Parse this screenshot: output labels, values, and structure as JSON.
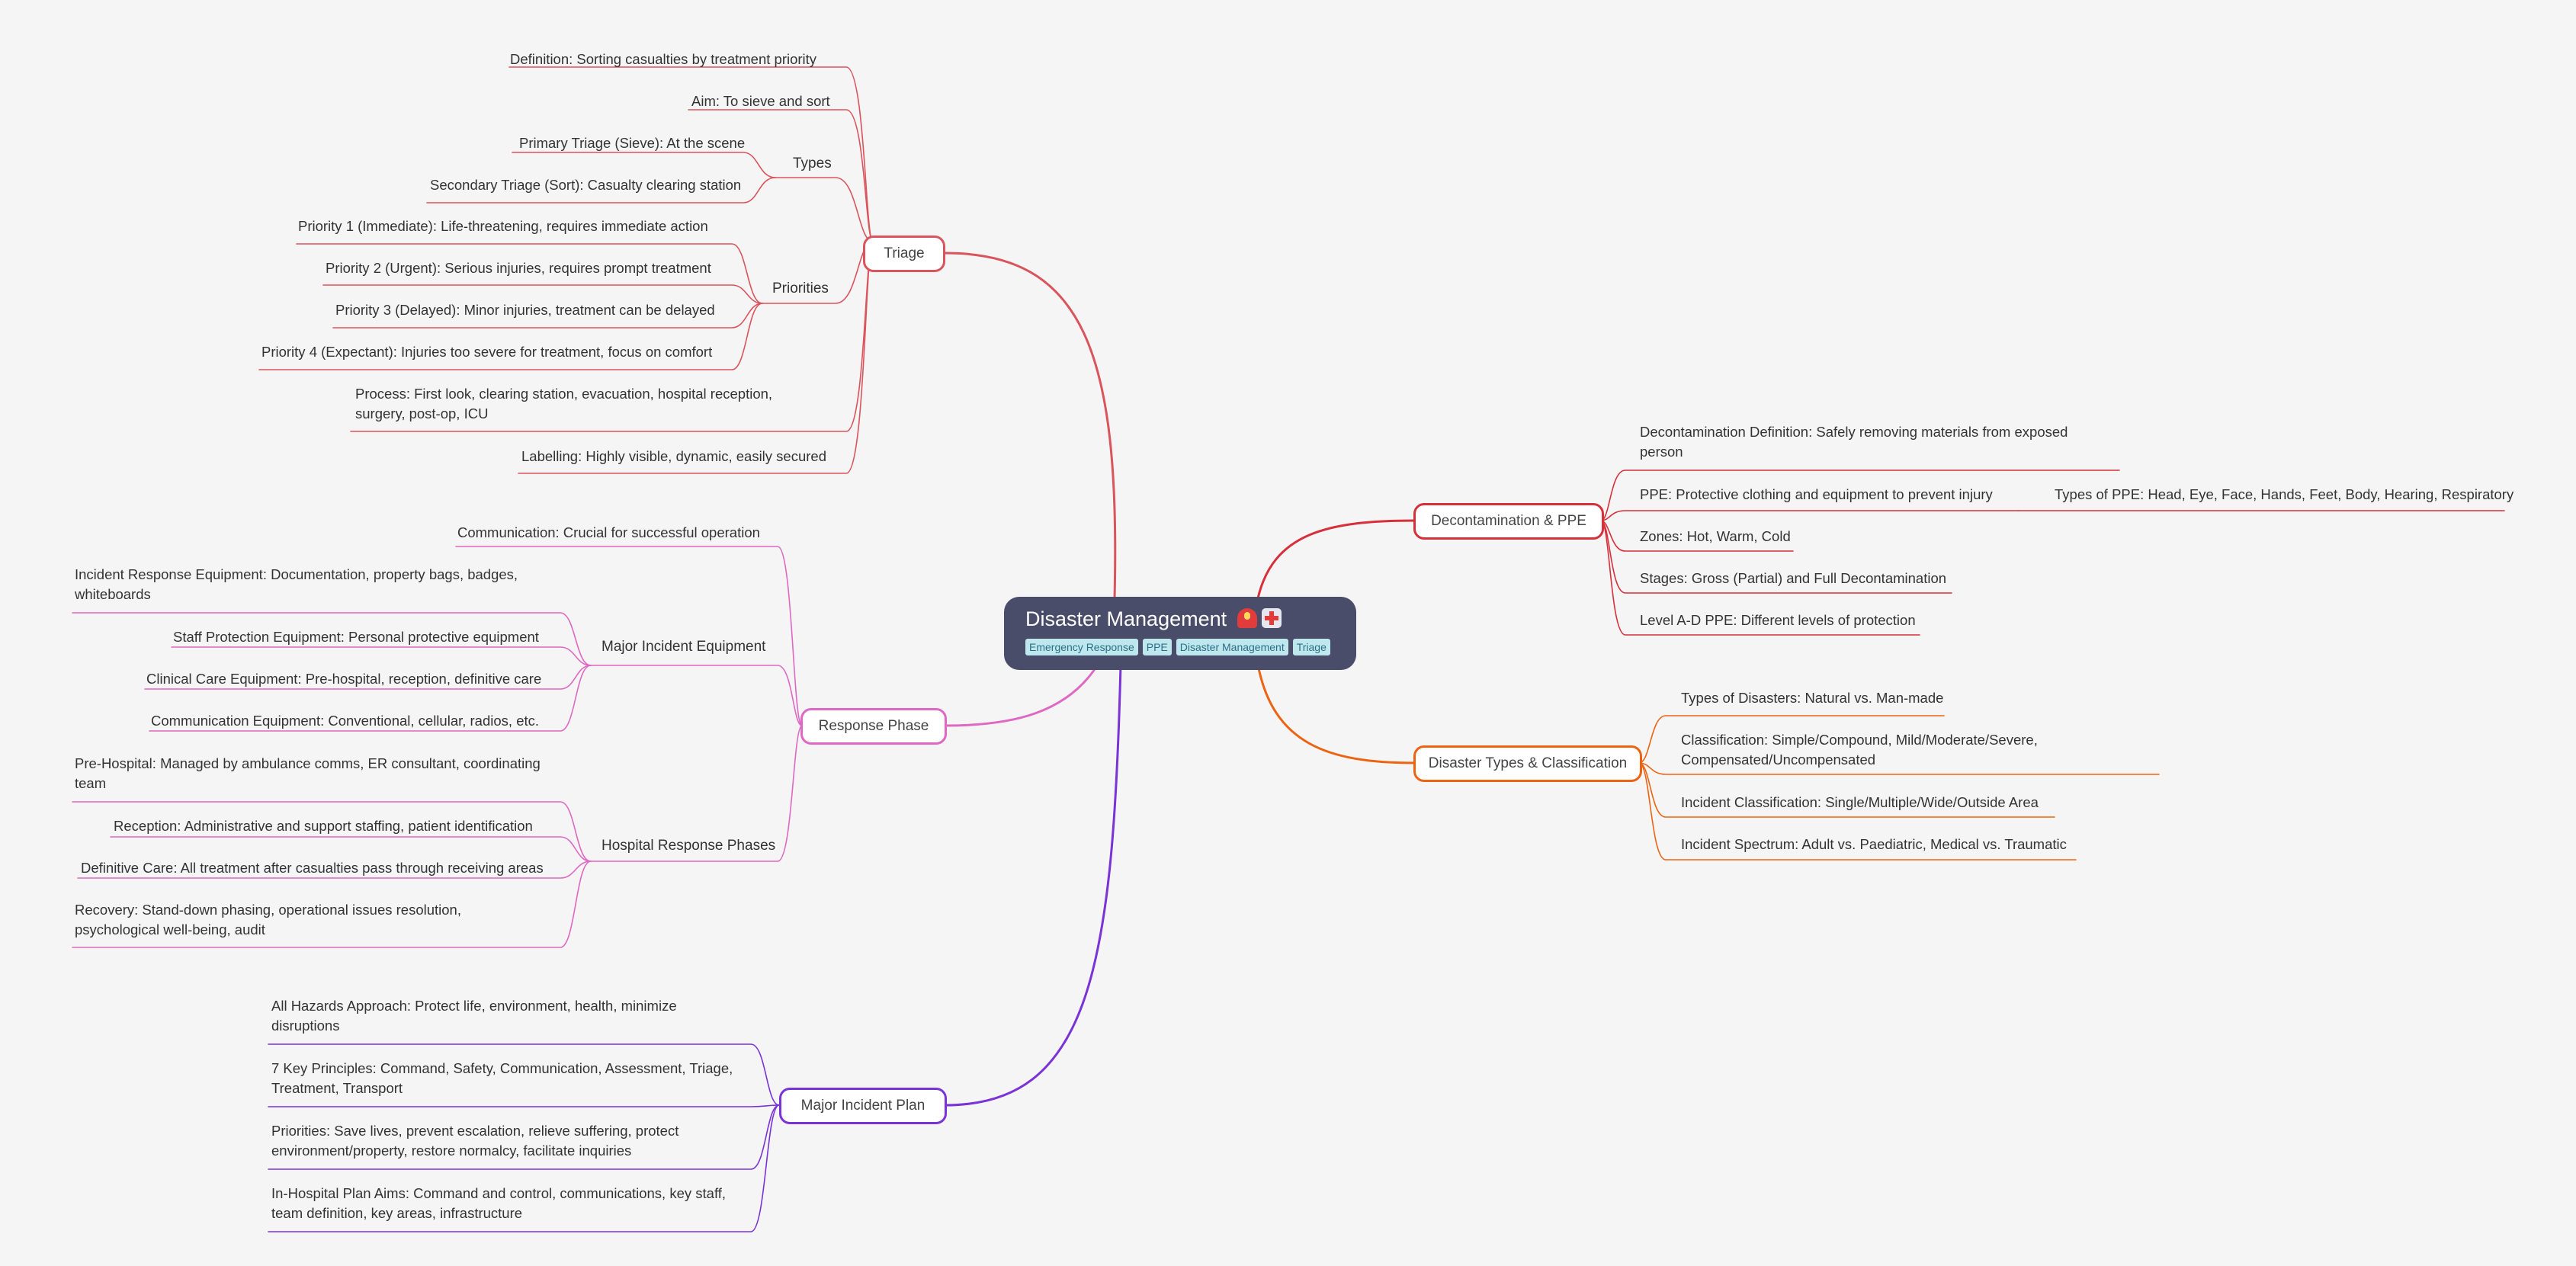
{
  "colors": {
    "background": "#f5f5f5",
    "root_fill": "#4a4d6a",
    "tag_fill": "#bfe7ee",
    "triage": "#d9545c",
    "response": "#de68c3",
    "plan": "#7a33d6",
    "decon": "#d6303a",
    "types": "#ec6412"
  },
  "root": {
    "title": "Disaster Management",
    "icons": [
      "siren-icon",
      "hospital-icon"
    ],
    "tags": [
      "Emergency Response",
      "PPE",
      "Disaster Management",
      "Triage"
    ]
  },
  "triage": {
    "label": "Triage",
    "definition": "Definition: Sorting casualties by treatment priority",
    "aim": "Aim: To sieve and sort",
    "types": {
      "label": "Types",
      "items": [
        "Primary Triage (Sieve): At the scene",
        "Secondary Triage (Sort): Casualty clearing station"
      ]
    },
    "priorities": {
      "label": "Priorities",
      "items": [
        "Priority 1 (Immediate): Life-threatening, requires immediate action",
        "Priority 2 (Urgent): Serious injuries, requires prompt treatment",
        "Priority 3 (Delayed): Minor injuries, treatment can be delayed",
        "Priority 4 (Expectant): Injuries too severe for treatment, focus on comfort"
      ]
    },
    "process": "Process: First look, clearing station, evacuation, hospital reception, surgery, post-op, ICU",
    "labelling": "Labelling: Highly visible, dynamic, easily secured"
  },
  "response": {
    "label": "Response Phase",
    "communication": "Communication: Crucial for successful operation",
    "equipment": {
      "label": "Major Incident Equipment",
      "items": [
        "Incident Response Equipment: Documentation, property bags, badges, whiteboards",
        "Staff Protection Equipment: Personal protective equipment",
        "Clinical Care Equipment: Pre-hospital, reception, definitive care",
        "Communication Equipment: Conventional, cellular, radios, etc."
      ]
    },
    "phases": {
      "label": "Hospital Response Phases",
      "items": [
        "Pre-Hospital: Managed by ambulance comms, ER consultant, coordinating team",
        "Reception: Administrative and support staffing, patient identification",
        "Definitive Care: All treatment after casualties pass through receiving areas",
        "Recovery: Stand-down phasing, operational issues resolution, psychological well-being, audit"
      ]
    }
  },
  "plan": {
    "label": "Major Incident Plan",
    "items": [
      "All Hazards Approach: Protect life, environment, health, minimize disruptions",
      "7 Key Principles: Command, Safety, Communication, Assessment, Triage, Treatment, Transport",
      "Priorities: Save lives, prevent escalation, relieve suffering, protect environment/property, restore normalcy, facilitate inquiries",
      "In-Hospital Plan Aims: Command and control, communications, key staff, team definition, key areas, infrastructure"
    ]
  },
  "decon": {
    "label": "Decontamination & PPE",
    "definition": "Decontamination Definition: Safely removing materials from exposed person",
    "ppe": "PPE: Protective clothing and equipment to prevent injury",
    "ppe_types": "Types of PPE: Head, Eye, Face, Hands, Feet, Body, Hearing, Respiratory",
    "zones": "Zones: Hot, Warm, Cold",
    "stages": "Stages: Gross (Partial) and Full Decontamination",
    "levels": "Level A-D PPE: Different levels of protection"
  },
  "types": {
    "label": "Disaster Types & Classification",
    "items": [
      "Types of Disasters: Natural vs. Man-made",
      "Classification: Simple/Compound, Mild/Moderate/Severe, Compensated/Uncompensated",
      "Incident Classification: Single/Multiple/Wide/Outside Area",
      "Incident Spectrum: Adult vs. Paediatric, Medical vs. Traumatic"
    ]
  }
}
